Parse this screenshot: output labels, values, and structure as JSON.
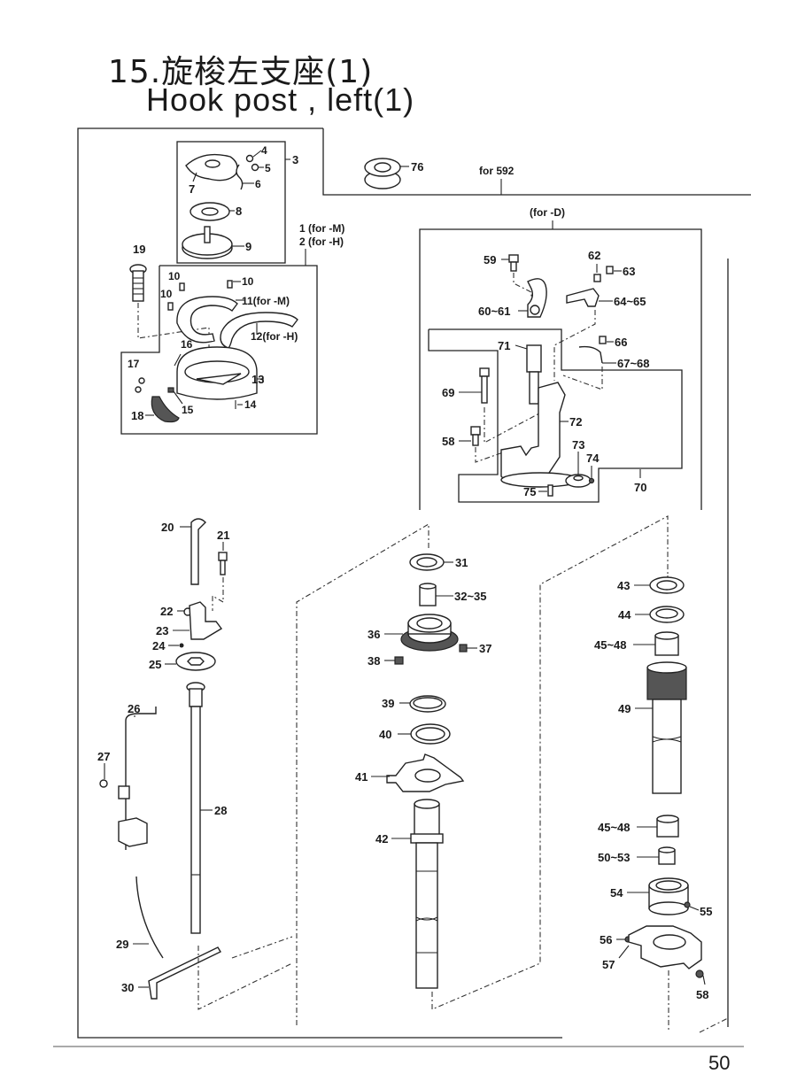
{
  "header": {
    "section_number": "15.",
    "title_cn": "旋梭左支座(1)",
    "title_en": "Hook post , left(1)"
  },
  "footer": {
    "page_number": "50"
  },
  "groups": {
    "for_592": "for 592",
    "for_D": "(for -D)",
    "group_1_2": [
      "1 (for -M)",
      "2 (for -H)"
    ]
  },
  "callouts": {
    "p3": "3",
    "p4": "4",
    "p5": "5",
    "p6": "6",
    "p7": "7",
    "p8": "8",
    "p9": "9",
    "p10a": "10",
    "p10b": "10",
    "p10c": "10",
    "p11": "11(for -M)",
    "p12": "12(for -H)",
    "p13": "13",
    "p14": "14",
    "p15": "15",
    "p16": "16",
    "p17": "17",
    "p18": "18",
    "p19": "19",
    "p20": "20",
    "p21": "21",
    "p22": "22",
    "p23": "23",
    "p24": "24",
    "p25": "25",
    "p26": "26",
    "p27": "27",
    "p28": "28",
    "p29": "29",
    "p30": "30",
    "p31": "31",
    "p32": "32~35",
    "p36": "36",
    "p37": "37",
    "p38": "38",
    "p39": "39",
    "p40": "40",
    "p41": "41",
    "p42": "42",
    "p43": "43",
    "p44": "44",
    "p45a": "45~48",
    "p49": "49",
    "p45b": "45~48",
    "p50": "50~53",
    "p54": "54",
    "p55": "55",
    "p56": "56",
    "p57": "57",
    "p58": "58",
    "p59": "59",
    "p60": "60~61",
    "p62": "62",
    "p63": "63",
    "p64": "64~65",
    "p66": "66",
    "p67": "67~68",
    "p69": "69",
    "p58b": "58",
    "p70": "70",
    "p71": "71",
    "p72": "72",
    "p73": "73",
    "p74": "74",
    "p75": "75",
    "p76": "76"
  }
}
